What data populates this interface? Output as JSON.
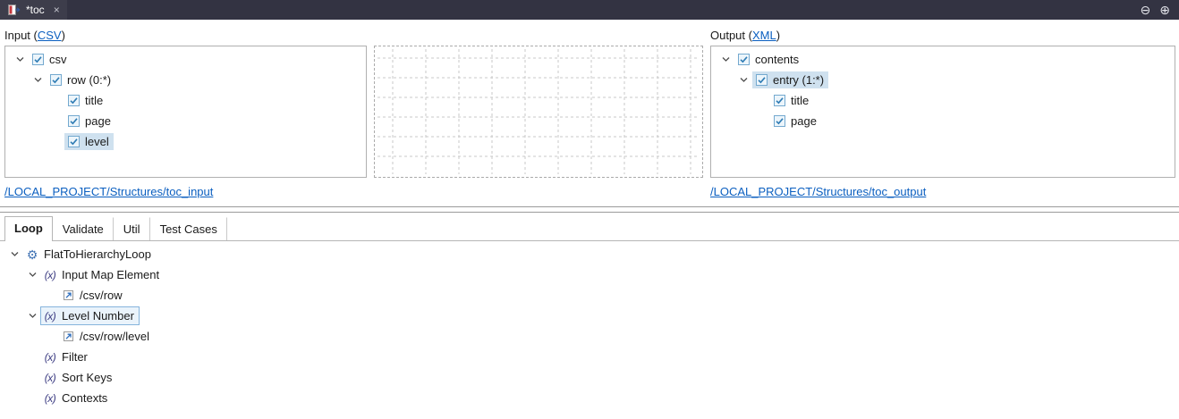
{
  "colors": {
    "link": "#0b5fc0",
    "selection": "#cfe1ef",
    "selection_focus_bg": "#eaf3fb",
    "selection_focus_border": "#86b4dc",
    "tabbar_bg": "#333342",
    "tabbar_fg": "#ffffff"
  },
  "window": {
    "tab": {
      "title": "*toc",
      "close_glyph": "×"
    },
    "controls": {
      "minimize_glyph": "⊖",
      "maximize_glyph": "⊕"
    }
  },
  "input": {
    "label_prefix": "Input (",
    "format_link": "CSV",
    "label_suffix": ")",
    "structure_link": "/LOCAL_PROJECT/Structures/toc_input",
    "tree": [
      {
        "label": "csv",
        "level": 0,
        "expanded": true,
        "icon": "element-icon"
      },
      {
        "label": "row (0:*)",
        "level": 1,
        "expanded": true,
        "icon": "element-icon"
      },
      {
        "label": "title",
        "level": 2,
        "icon": "element-icon"
      },
      {
        "label": "page",
        "level": 2,
        "icon": "element-icon"
      },
      {
        "label": "level",
        "level": 2,
        "icon": "element-icon",
        "selected": true
      }
    ]
  },
  "output": {
    "label_prefix": "Output (",
    "format_link": "XML",
    "label_suffix": ")",
    "structure_link": "/LOCAL_PROJECT/Structures/toc_output",
    "tree": [
      {
        "label": "contents",
        "level": 0,
        "expanded": true,
        "icon": "element-icon"
      },
      {
        "label": "entry (1:*)",
        "level": 1,
        "expanded": true,
        "icon": "element-icon",
        "selected": true
      },
      {
        "label": "title",
        "level": 2,
        "icon": "element-icon"
      },
      {
        "label": "page",
        "level": 2,
        "icon": "element-icon"
      }
    ]
  },
  "bottom": {
    "tabs": [
      {
        "label": "Loop",
        "active": true
      },
      {
        "label": "Validate",
        "active": false
      },
      {
        "label": "Util",
        "active": false
      },
      {
        "label": "Test Cases",
        "active": false
      }
    ],
    "tree": [
      {
        "label": "FlatToHierarchyLoop",
        "level": 0,
        "expanded": true,
        "icon": "gears-icon"
      },
      {
        "label": "Input Map Element",
        "level": 1,
        "expanded": true,
        "icon": "function-icon"
      },
      {
        "label": "/csv/row",
        "level": 2,
        "icon": "xpath-icon"
      },
      {
        "label": "Level Number",
        "level": 1,
        "expanded": true,
        "icon": "function-icon",
        "focused": true
      },
      {
        "label": "/csv/row/level",
        "level": 2,
        "icon": "xpath-icon"
      },
      {
        "label": "Filter",
        "level": 1,
        "icon": "function-icon"
      },
      {
        "label": "Sort Keys",
        "level": 1,
        "icon": "function-icon"
      },
      {
        "label": "Contexts",
        "level": 1,
        "icon": "function-icon"
      }
    ]
  }
}
